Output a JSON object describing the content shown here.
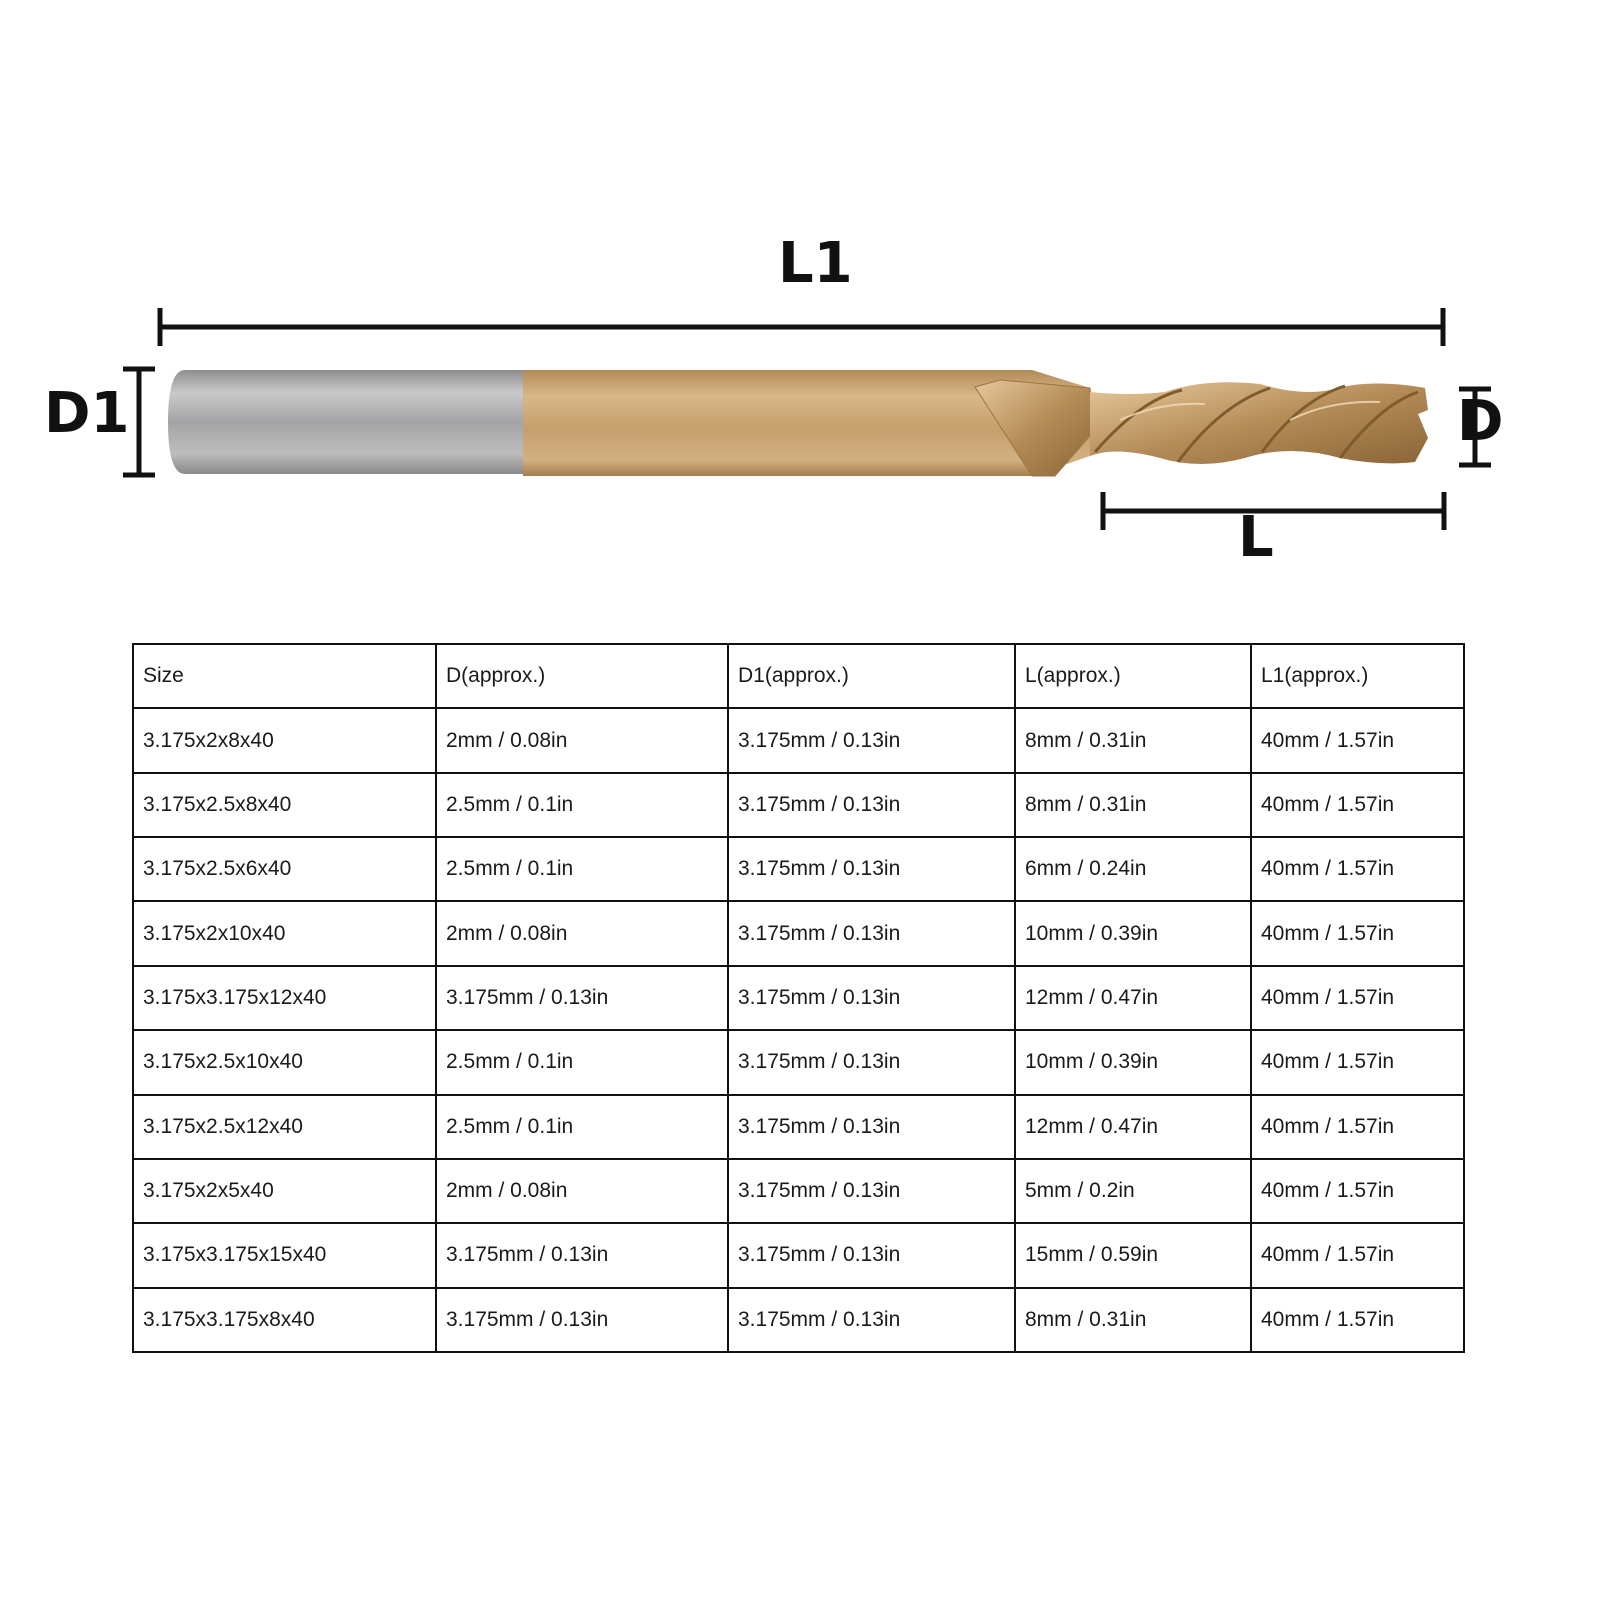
{
  "diagram": {
    "labels": {
      "L1": "L1",
      "D1": "D1",
      "D": "D",
      "L": "L"
    },
    "colors": {
      "shank": "#a9a9aa",
      "coating": "#c9a577",
      "ink": "#111111"
    }
  },
  "table": {
    "headers": [
      "Size",
      "D(approx.)",
      "D1(approx.)",
      "L(approx.)",
      "L1(approx.)"
    ],
    "rows": [
      [
        "3.175x2x8x40",
        "2mm / 0.08in",
        "3.175mm / 0.13in",
        "8mm / 0.31in",
        "40mm / 1.57in"
      ],
      [
        "3.175x2.5x8x40",
        "2.5mm / 0.1in",
        "3.175mm / 0.13in",
        "8mm / 0.31in",
        "40mm / 1.57in"
      ],
      [
        "3.175x2.5x6x40",
        "2.5mm / 0.1in",
        "3.175mm / 0.13in",
        "6mm / 0.24in",
        "40mm / 1.57in"
      ],
      [
        "3.175x2x10x40",
        "2mm / 0.08in",
        "3.175mm / 0.13in",
        "10mm / 0.39in",
        "40mm / 1.57in"
      ],
      [
        "3.175x3.175x12x40",
        "3.175mm / 0.13in",
        "3.175mm / 0.13in",
        "12mm / 0.47in",
        "40mm / 1.57in"
      ],
      [
        "3.175x2.5x10x40",
        "2.5mm / 0.1in",
        "3.175mm / 0.13in",
        "10mm / 0.39in",
        "40mm / 1.57in"
      ],
      [
        "3.175x2.5x12x40",
        "2.5mm / 0.1in",
        "3.175mm / 0.13in",
        "12mm / 0.47in",
        "40mm / 1.57in"
      ],
      [
        "3.175x2x5x40",
        "2mm / 0.08in",
        "3.175mm / 0.13in",
        "5mm / 0.2in",
        "40mm / 1.57in"
      ],
      [
        "3.175x3.175x15x40",
        "3.175mm / 0.13in",
        "3.175mm / 0.13in",
        "15mm / 0.59in",
        "40mm / 1.57in"
      ],
      [
        "3.175x3.175x8x40",
        "3.175mm / 0.13in",
        "3.175mm / 0.13in",
        "8mm / 0.31in",
        "40mm / 1.57in"
      ]
    ]
  }
}
